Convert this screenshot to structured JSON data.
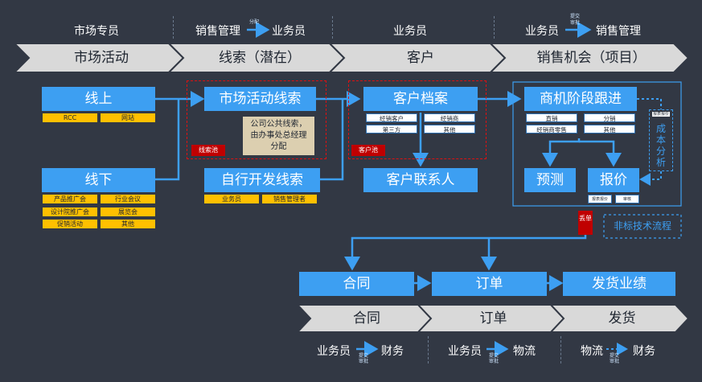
{
  "top_roles": {
    "market_specialist": "市场专员",
    "sales_mgmt": "销售管理",
    "assign": "分配",
    "salesperson_1": "业务员",
    "salesperson_2": "业务员",
    "salesperson_3": "业务员",
    "submit": "提交",
    "approve": "审批",
    "sales_mgmt_2": "销售管理"
  },
  "stages": [
    "市场活动",
    "线索（潜在）",
    "客户",
    "销售机会（项目）"
  ],
  "online": {
    "label": "线上",
    "tags": [
      "RCC",
      "网站"
    ]
  },
  "offline": {
    "label": "线下",
    "tags": [
      "产品推广会",
      "行业会议",
      "设计院推广会",
      "展览会",
      "促销活动",
      "其他"
    ]
  },
  "leads": {
    "market_leads": "市场活动线索",
    "note": "公司公共线索，由办事处总经理分配",
    "pool": "线索池",
    "self_leads": "自行开发线索",
    "self_tags": [
      "业务员",
      "销售管理者"
    ]
  },
  "customer": {
    "archive": "客户档案",
    "tags": [
      "经销客户",
      "经销商",
      "第三方",
      "其他"
    ],
    "pool": "客户池",
    "contact": "客户联系人"
  },
  "opportunity": {
    "tracking": "商机阶段跟进",
    "tags": [
      "直销",
      "分销",
      "经销商零售",
      "其他"
    ],
    "cost_analysis": "成本分析",
    "cost_tag": "报表报价",
    "forecast": "预测",
    "quote": "报价",
    "quote_tags": [
      "报表报价",
      "审核"
    ],
    "nonstd": "非标技术流程",
    "lost": "丢单"
  },
  "process": [
    "合同",
    "订单",
    "发货业绩"
  ],
  "bottom_stages": [
    "合同",
    "订单",
    "发货"
  ],
  "bottom_roles": {
    "a_from": "业务员",
    "a_to": "财务",
    "b_from": "业务员",
    "b_to": "物流",
    "c_from": "物流",
    "c_to": "财务",
    "submit": "提交",
    "approve": "审批"
  },
  "colors": {
    "background": "#323844",
    "box_blue": "#3d9ff2",
    "tag_yellow": "#ffc000",
    "pool_red": "#c00000",
    "chevron": "#d9d9d9"
  }
}
